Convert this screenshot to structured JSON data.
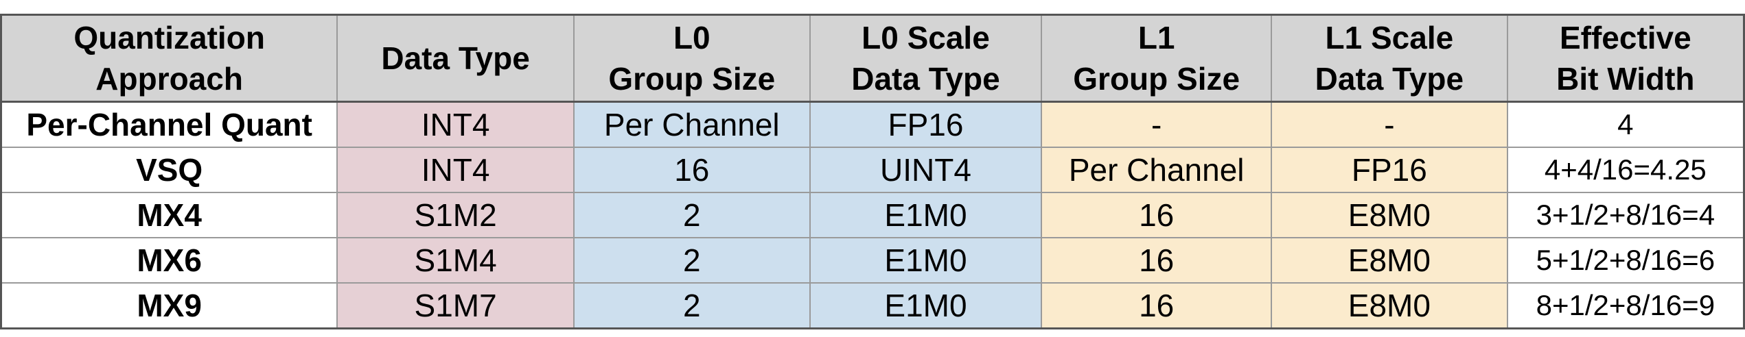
{
  "table": {
    "headers": [
      [
        "Quantization",
        "Approach"
      ],
      [
        "Data Type"
      ],
      [
        "L0",
        "Group Size"
      ],
      [
        "L0 Scale",
        "Data Type"
      ],
      [
        "L1",
        "Group Size"
      ],
      [
        "L1 Scale",
        "Data Type"
      ],
      [
        "Effective",
        "Bit Width"
      ]
    ],
    "rows": [
      [
        "Per-Channel Quant",
        "INT4",
        "Per Channel",
        "FP16",
        "-",
        "-",
        "4"
      ],
      [
        "VSQ",
        "INT4",
        "16",
        "UINT4",
        "Per Channel",
        "FP16",
        "4+4/16=4.25"
      ],
      [
        "MX4",
        "S1M2",
        "2",
        "E1M0",
        "16",
        "E8M0",
        "3+1/2+8/16=4"
      ],
      [
        "MX6",
        "S1M4",
        "2",
        "E1M0",
        "16",
        "E8M0",
        "5+1/2+8/16=6"
      ],
      [
        "MX9",
        "S1M7",
        "2",
        "E1M0",
        "16",
        "E8M0",
        "8+1/2+8/16=9"
      ]
    ]
  },
  "colors": {
    "header_bg": "#d4d4d4",
    "data_type_col": "#e6d0d5",
    "l0_cols": "#cddfee",
    "l1_cols": "#fbebcd",
    "plain": "#ffffff"
  }
}
